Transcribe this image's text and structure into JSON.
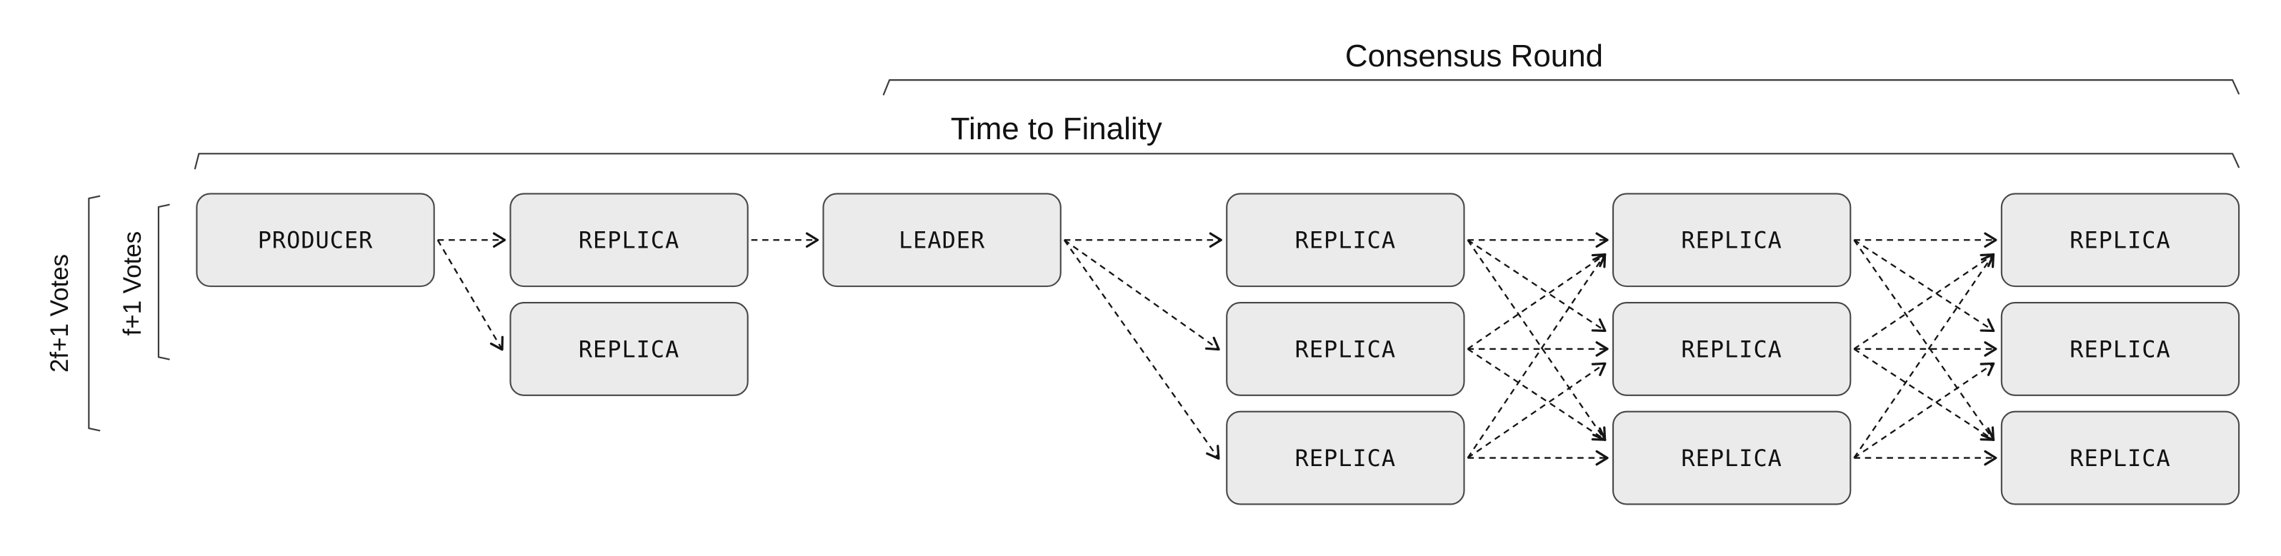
{
  "diagram": {
    "labels": {
      "consensus_round": "Consensus Round",
      "time_to_finality": "Time to Finality",
      "votes_2f_plus_1": "2f+1 Votes",
      "votes_f_plus_1": "f+1 Votes"
    },
    "nodes": [
      {
        "id": "producer",
        "label": "PRODUCER",
        "col": 0,
        "row": 0
      },
      {
        "id": "replica-a1",
        "label": "REPLICA",
        "col": 1,
        "row": 0
      },
      {
        "id": "replica-a2",
        "label": "REPLICA",
        "col": 1,
        "row": 1
      },
      {
        "id": "leader",
        "label": "LEADER",
        "col": 2,
        "row": 0
      },
      {
        "id": "replica-b1",
        "label": "REPLICA",
        "col": 3,
        "row": 0
      },
      {
        "id": "replica-b2",
        "label": "REPLICA",
        "col": 3,
        "row": 1
      },
      {
        "id": "replica-b3",
        "label": "REPLICA",
        "col": 3,
        "row": 2
      },
      {
        "id": "replica-c1",
        "label": "REPLICA",
        "col": 4,
        "row": 0
      },
      {
        "id": "replica-c2",
        "label": "REPLICA",
        "col": 4,
        "row": 1
      },
      {
        "id": "replica-c3",
        "label": "REPLICA",
        "col": 4,
        "row": 2
      },
      {
        "id": "replica-d1",
        "label": "REPLICA",
        "col": 5,
        "row": 0
      },
      {
        "id": "replica-d2",
        "label": "REPLICA",
        "col": 5,
        "row": 1
      },
      {
        "id": "replica-d3",
        "label": "REPLICA",
        "col": 5,
        "row": 2
      }
    ],
    "edges": [
      [
        "producer",
        "replica-a1"
      ],
      [
        "producer",
        "replica-a2"
      ],
      [
        "replica-a1",
        "leader"
      ],
      [
        "leader",
        "replica-b1"
      ],
      [
        "leader",
        "replica-b2"
      ],
      [
        "leader",
        "replica-b3"
      ],
      [
        "replica-b1",
        "replica-c1"
      ],
      [
        "replica-b1",
        "replica-c2"
      ],
      [
        "replica-b1",
        "replica-c3"
      ],
      [
        "replica-b2",
        "replica-c1"
      ],
      [
        "replica-b2",
        "replica-c2"
      ],
      [
        "replica-b2",
        "replica-c3"
      ],
      [
        "replica-b3",
        "replica-c1"
      ],
      [
        "replica-b3",
        "replica-c2"
      ],
      [
        "replica-b3",
        "replica-c3"
      ],
      [
        "replica-c1",
        "replica-d1"
      ],
      [
        "replica-c1",
        "replica-d2"
      ],
      [
        "replica-c1",
        "replica-d3"
      ],
      [
        "replica-c2",
        "replica-d1"
      ],
      [
        "replica-c2",
        "replica-d2"
      ],
      [
        "replica-c2",
        "replica-d3"
      ],
      [
        "replica-c3",
        "replica-d1"
      ],
      [
        "replica-c3",
        "replica-d2"
      ],
      [
        "replica-c3",
        "replica-d3"
      ]
    ],
    "colors": {
      "node_fill": "#ebebeb",
      "node_border": "#474747",
      "arrow": "#141414",
      "bracket": "#3d3d3d",
      "label_text": "#111111"
    }
  }
}
